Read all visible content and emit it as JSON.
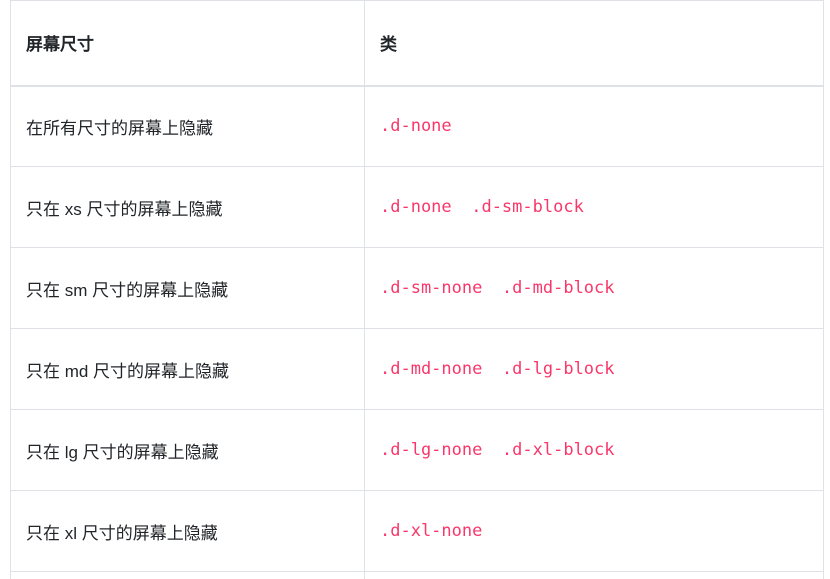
{
  "page": {
    "background_color": "#ffffff"
  },
  "table": {
    "description": "Bootstrap display utility classes for hiding elements per breakpoint",
    "colors": {
      "border": "#dee2e6",
      "text": "#212529",
      "code": "#f9376a"
    },
    "headers": [
      "屏幕尺寸",
      "类"
    ],
    "rows": [
      {
        "screen_size": "在所有尺寸的屏幕上隐藏",
        "classes": ".d-none"
      },
      {
        "screen_size": "只在 xs 尺寸的屏幕上隐藏",
        "classes": ".d-none .d-sm-block"
      },
      {
        "screen_size": "只在 sm 尺寸的屏幕上隐藏",
        "classes": ".d-sm-none .d-md-block"
      },
      {
        "screen_size": "只在 md 尺寸的屏幕上隐藏",
        "classes": ".d-md-none .d-lg-block"
      },
      {
        "screen_size": "只在 lg 尺寸的屏幕上隐藏",
        "classes": ".d-lg-none .d-xl-block"
      },
      {
        "screen_size": "只在 xl 尺寸的屏幕上隐藏",
        "classes": ".d-xl-none"
      }
    ]
  }
}
